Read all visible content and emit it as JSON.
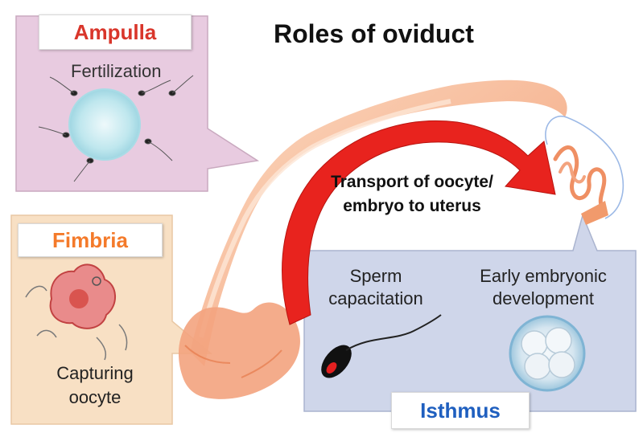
{
  "title": "Roles of oviduct",
  "ampulla": {
    "label": "Ampulla",
    "role": "Fertilization",
    "panel_color": "#e8cbe0"
  },
  "fimbria": {
    "label": "Fimbria",
    "role_line1": "Capturing",
    "role_line2": "oocyte",
    "panel_color": "#f8e0c4"
  },
  "isthmus": {
    "label": "Isthmus",
    "role_a_line1": "Sperm",
    "role_a_line2": "capacitation",
    "role_b_line1": "Early embryonic",
    "role_b_line2": "development",
    "panel_color": "#cfd6ea"
  },
  "transport": {
    "line1": "Transport of oocyte/",
    "line2": "embryo to uterus",
    "arrow_color": "#e8231e"
  },
  "oviduct_color": "#f3a37e"
}
